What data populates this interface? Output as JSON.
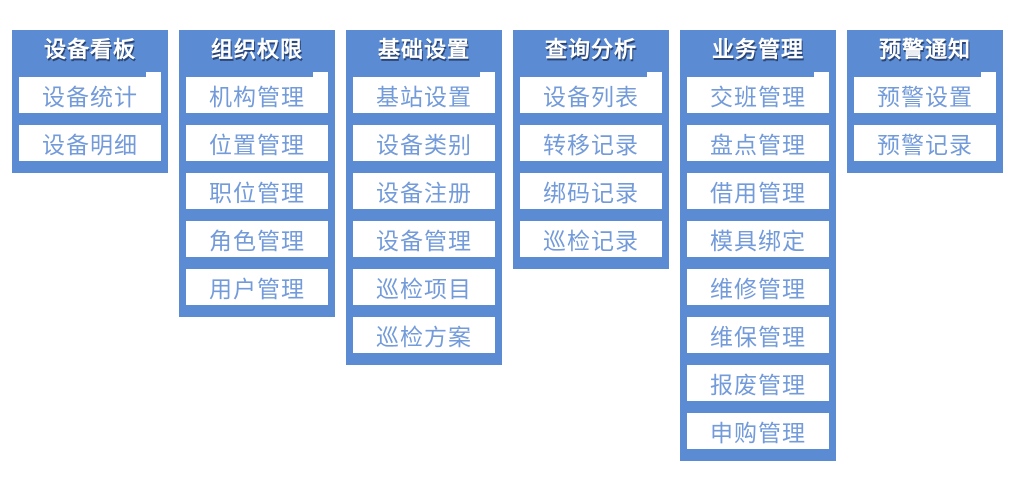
{
  "diagram_title": "menu-structure",
  "colors": {
    "column_blue": "#5b8bd2",
    "item_text_blue": "#739bda",
    "header_text": "#ffffff",
    "header_text_shadow": "#192d55",
    "background": "#ffffff"
  },
  "columns": [
    {
      "title": "设备看板",
      "items": [
        "设备统计",
        "设备明细"
      ]
    },
    {
      "title": "组织权限",
      "items": [
        "机构管理",
        "位置管理",
        "职位管理",
        "角色管理",
        "用户管理"
      ]
    },
    {
      "title": "基础设置",
      "items": [
        "基站设置",
        "设备类别",
        "设备注册",
        "设备管理",
        "巡检项目",
        "巡检方案"
      ]
    },
    {
      "title": "查询分析",
      "items": [
        "设备列表",
        "转移记录",
        "绑码记录",
        "巡检记录"
      ]
    },
    {
      "title": "业务管理",
      "items": [
        "交班管理",
        "盘点管理",
        "借用管理",
        "模具绑定",
        "维修管理",
        "维保管理",
        "报废管理",
        "申购管理"
      ]
    },
    {
      "title": "预警通知",
      "items": [
        "预警设置",
        "预警记录"
      ]
    }
  ]
}
